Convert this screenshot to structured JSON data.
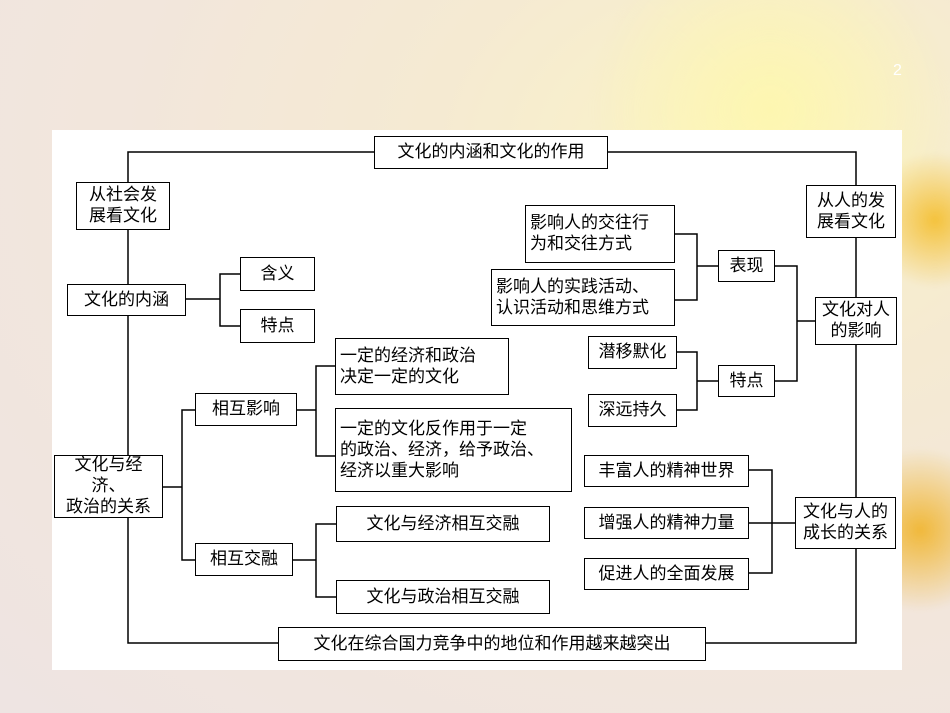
{
  "slide_number": "2",
  "colors": {
    "line": "#000000",
    "box_bg": "#ffffff"
  },
  "nodes": {
    "top": "文化的内涵和文化的作用",
    "bottom": "文化在综合国力竞争中的地位和作用越来越突出",
    "left_root": "从社会发\n展看文化",
    "right_root": "从人的发\n展看文化",
    "neihan": "文化的内涵",
    "hanyi": "含义",
    "tedian_left": "特点",
    "guanxi_left": "文化与经济、\n政治的关系",
    "yingxiang": "相互影响",
    "jiaorong": "相互交融",
    "juedingwenhua": "一定的经济和政治\n决定一定的文化",
    "fanzuoyong": "一定的文化反作用于一定\n的政治、经济，给予政治、\n经济以重大影响",
    "jingji_jiaorong": "文化与经济相互交融",
    "zhengzhi_jiaorong": "文化与政治相互交融",
    "jiaowang": "影响人的交往行\n为和交往方式",
    "shijian": "影响人的实践活动、\n认识活动和思维方式",
    "biaoxian": "表现",
    "qianyimohua": "潜移默化",
    "shenyuanchijiu": "深远持久",
    "tedian_right": "特点",
    "yingxiang_ren": "文化对人\n的影响",
    "fengfu": "丰富人的精神世界",
    "zengqiang": "增强人的精神力量",
    "cujin": "促进人的全面发展",
    "chengzhang": "文化与人的\n成长的关系"
  }
}
